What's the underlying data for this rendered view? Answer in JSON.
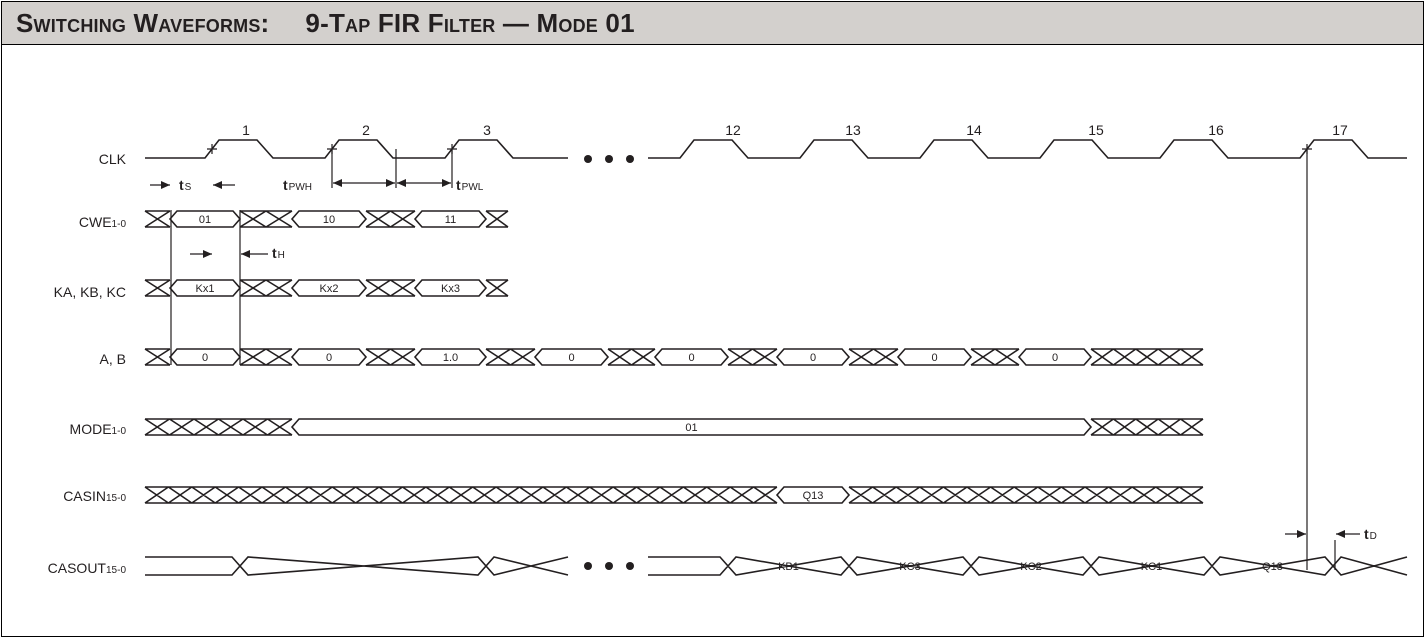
{
  "title": {
    "left": "Switching Waveforms:",
    "right": "9-Tap FIR Filter — Mode 01"
  },
  "signals": {
    "clk": "CLK",
    "cwe": {
      "name": "CWE",
      "sub": "1-0"
    },
    "kabc": "KA, KB, KC",
    "ab": "A, B",
    "mode": {
      "name": "MODE",
      "sub": "1-0"
    },
    "casin": {
      "name": "CASIN",
      "sub": "15-0"
    },
    "casout": {
      "name": "CASOUT",
      "sub": "15-0"
    }
  },
  "clock_numbers": [
    "1",
    "2",
    "3",
    "12",
    "13",
    "14",
    "15",
    "16",
    "17"
  ],
  "values": {
    "cwe": [
      "01",
      "10",
      "11"
    ],
    "k": [
      "Kx1",
      "Kx2",
      "Kx3"
    ],
    "ab": [
      "0",
      "0",
      "1.0",
      "0",
      "0",
      "0",
      "0",
      "0"
    ],
    "mode": "01",
    "casin": "Q13",
    "casout": [
      "KB1",
      "KC3",
      "KC2",
      "KC1",
      "Q13"
    ]
  },
  "timing": {
    "ts": {
      "main": "t",
      "sub": "S"
    },
    "th": {
      "main": "t",
      "sub": "H"
    },
    "tpwh": {
      "main": "t",
      "sub": "PWH"
    },
    "tpwl": {
      "main": "t",
      "sub": "PWL"
    },
    "td": {
      "main": "t",
      "sub": "D"
    }
  },
  "colors": {
    "ink": "#231f20",
    "title_bg": "#d3d0cd"
  }
}
